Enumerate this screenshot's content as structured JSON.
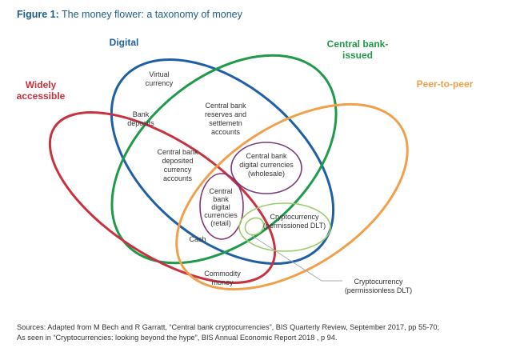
{
  "title": {
    "prefix": "Figure 1:",
    "text": " The money flower: a taxonomy of money"
  },
  "colors": {
    "digital": "#1f5fa6",
    "widely_accessible": "#c8323f",
    "central_bank_issued": "#1f9a4a",
    "peer_to_peer": "#f0a04b",
    "wholesale_cbdc": "#7a3a7a",
    "retail_cbdc": "#8a3070",
    "permissioned_dlt": "#9ccc6a",
    "leader_line": "#aaaaaa",
    "title": "#1b5d8c",
    "text": "#333333"
  },
  "sets": {
    "digital": [
      "Digital"
    ],
    "central_bank_issued": [
      "Central bank-",
      "issued"
    ],
    "widely_accessible": [
      "Widely",
      "accessible"
    ],
    "peer_to_peer": [
      "Peer-to-peer"
    ]
  },
  "regions": {
    "virtual_currency": [
      "Virtual",
      "currency"
    ],
    "bank_deposits": [
      "Bank",
      "deposits"
    ],
    "reserves": [
      "Central bank",
      "reserves and",
      "settlemetn",
      "accounts"
    ],
    "deposited_accounts": [
      "Central bank",
      "deposited",
      "currency",
      "accounts"
    ],
    "cbdc_wholesale": [
      "Central bank",
      "digital currencies",
      "(wholesale)"
    ],
    "cbdc_retail": [
      "Central",
      "bank",
      "digital",
      "currencies",
      "(retail)"
    ],
    "crypto_permissioned": [
      "Cryptocurrency",
      "(permissioned DLT)"
    ],
    "cash": [
      "Cash"
    ],
    "commodity_money": [
      "Commodity",
      "money"
    ],
    "crypto_permissionless": [
      "Cryptocurrency",
      "(permissionless DLT)"
    ]
  },
  "sources": {
    "line1": "Sources: Adapted from M Bech and R Garratt, “Central bank cryptocurrencies”, BIS Quarterly Review, September 2017, pp 55-70;",
    "line2": "As seen in “Cryptocurrencies: looking beyond the hype”, BIS Annual Economic Report 2018 , p 94."
  }
}
